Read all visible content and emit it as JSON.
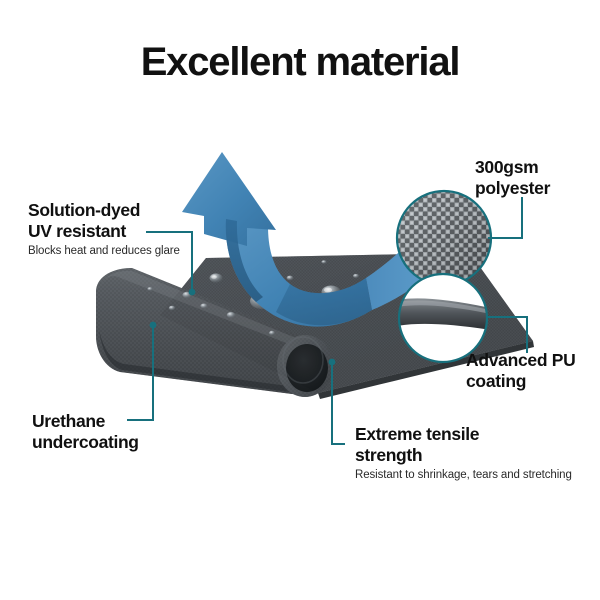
{
  "page": {
    "title": "Excellent material",
    "background_color": "#ffffff"
  },
  "colors": {
    "accent_teal": "#17707d",
    "arrow_blue": "#4587b8",
    "arrow_blue_dark": "#2f6d9b",
    "fabric_dark": "#45484c",
    "fabric_mid": "#53575b",
    "fabric_light": "#646a6e",
    "text_dark": "#101010"
  },
  "callouts": [
    {
      "id": "solution-dyed-uv-resistant",
      "heading": "Solution-dyed\nUV resistant",
      "sub": "Blocks heat and reduces glare"
    },
    {
      "id": "urethane-undercoating",
      "heading": "Urethane\nundercoating",
      "sub": ""
    },
    {
      "id": "300gsm-polyester",
      "heading": "300gsm\npolyester",
      "sub": ""
    },
    {
      "id": "advanced-pu-coating",
      "heading": "Advanced PU\ncoating",
      "sub": ""
    },
    {
      "id": "extreme-tensile-strength",
      "heading": "Extreme tensile\nstrength",
      "sub": "Resistant to shrinkage, tears and stretching"
    }
  ],
  "graphics": {
    "fabric_sheet": "dark-grey-textured-fabric-roll",
    "water_droplets": "water-beading-droplets",
    "repel_arrow": "curved-blue-3d-arrow",
    "zoom_circle_mesh": "woven-polyester-mesh-magnifier",
    "zoom_circle_coating": "pu-coating-edge-magnifier"
  }
}
